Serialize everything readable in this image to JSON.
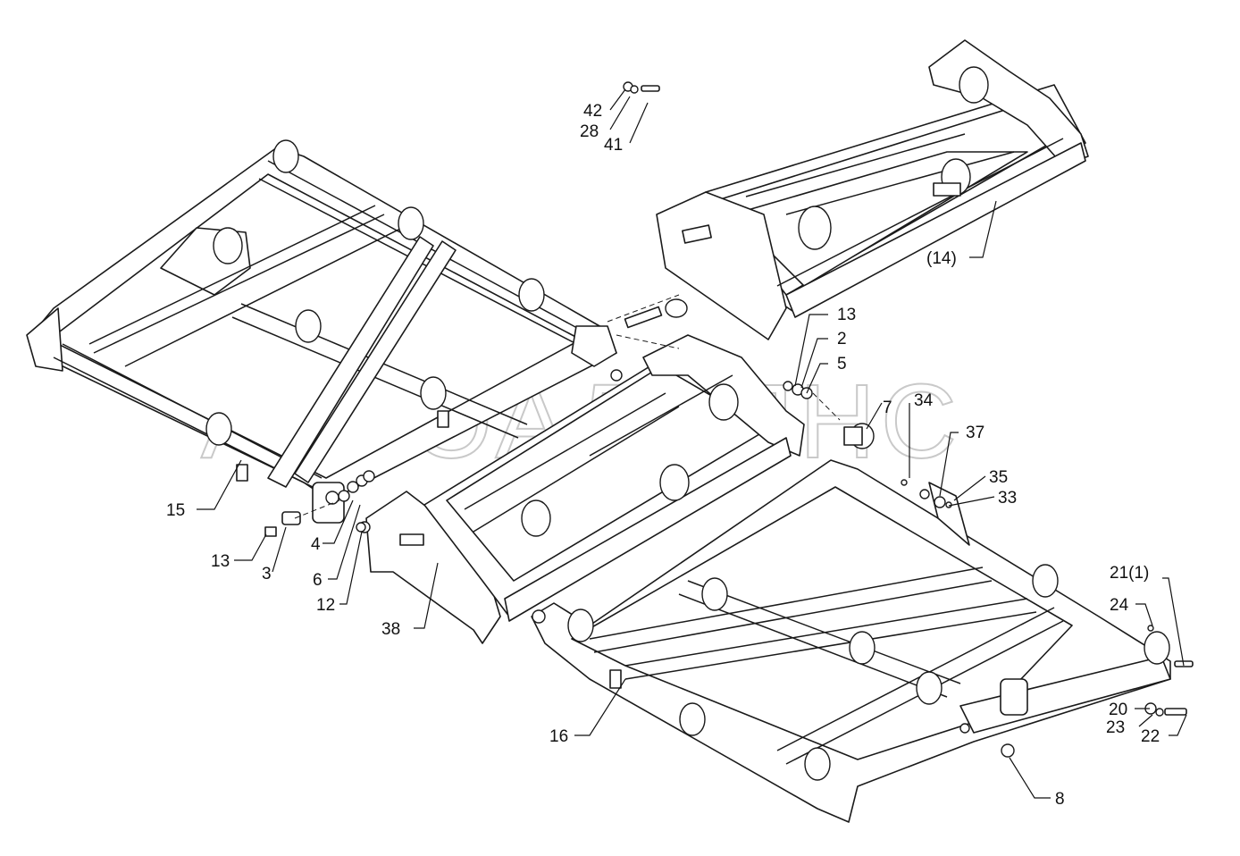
{
  "watermark": "АВТОАЛЬЯНС",
  "callouts": [
    {
      "id": "c42",
      "text": "42"
    },
    {
      "id": "c28",
      "text": "28"
    },
    {
      "id": "c41",
      "text": "41"
    },
    {
      "id": "c14",
      "text": "(14)"
    },
    {
      "id": "c13a",
      "text": "13"
    },
    {
      "id": "c2",
      "text": "2"
    },
    {
      "id": "c5",
      "text": "5"
    },
    {
      "id": "c7",
      "text": "7"
    },
    {
      "id": "c34",
      "text": "34"
    },
    {
      "id": "c37",
      "text": "37"
    },
    {
      "id": "c35",
      "text": "35"
    },
    {
      "id": "c33",
      "text": "33"
    },
    {
      "id": "c15",
      "text": "15"
    },
    {
      "id": "c13b",
      "text": "13"
    },
    {
      "id": "c3",
      "text": "3"
    },
    {
      "id": "c4",
      "text": "4"
    },
    {
      "id": "c6",
      "text": "6"
    },
    {
      "id": "c12",
      "text": "12"
    },
    {
      "id": "c38",
      "text": "38"
    },
    {
      "id": "c21",
      "text": "21(1)"
    },
    {
      "id": "c24",
      "text": "24"
    },
    {
      "id": "c20",
      "text": "20"
    },
    {
      "id": "c23",
      "text": "23"
    },
    {
      "id": "c22",
      "text": "22"
    },
    {
      "id": "c16",
      "text": "16"
    },
    {
      "id": "c8",
      "text": "8"
    }
  ]
}
